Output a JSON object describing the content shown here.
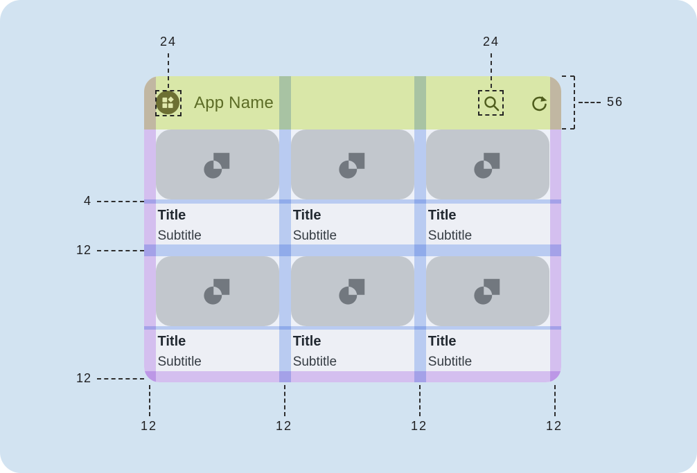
{
  "colors": {
    "canvas": "#d2e3f1",
    "bar-green": "#d9e7a8",
    "margin-purple": "#e3caf6",
    "gutter-blue": "#c6d7f8",
    "content-bg": "#eef1f8",
    "text-area-bg": "#edeff5",
    "image-gray": "#c2c7cd",
    "icon-gray": "#72787f",
    "olive-circle": "#6d7033",
    "olive-icon": "#4f5d1d",
    "olive-text": "#5c6c26"
  },
  "app_bar": {
    "title": "App Name",
    "nav_icon": "dashboard-icon",
    "action_icons": [
      "search-icon",
      "refresh-icon"
    ]
  },
  "cards": [
    {
      "title": "Title",
      "subtitle": "Subtitle"
    },
    {
      "title": "Title",
      "subtitle": "Subtitle"
    },
    {
      "title": "Title",
      "subtitle": "Subtitle"
    },
    {
      "title": "Title",
      "subtitle": "Subtitle"
    },
    {
      "title": "Title",
      "subtitle": "Subtitle"
    },
    {
      "title": "Title",
      "subtitle": "Subtitle"
    }
  ],
  "annotations": {
    "nav_icon_size": "24",
    "action_icon_size": "24",
    "app_bar_height": "56",
    "image_text_gap": "4",
    "row_gap": "12",
    "bottom_margin_left_label": "12",
    "bottom": [
      "12",
      "12",
      "12",
      "12"
    ]
  }
}
